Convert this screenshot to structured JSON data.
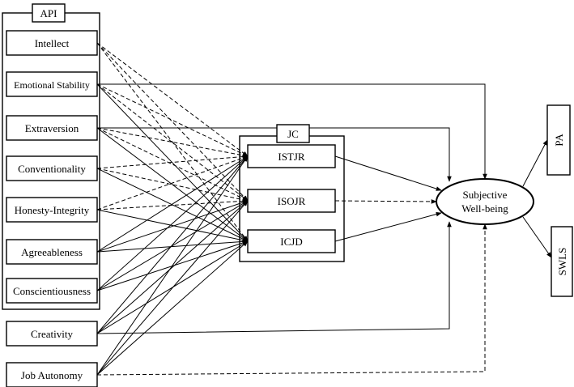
{
  "groups": {
    "api": "API",
    "jc": "JC"
  },
  "predictors": [
    "Intellect",
    "Emotional Stability",
    "Extraversion",
    "Conventionality",
    "Honesty-Integrity",
    "Agreeableness",
    "Conscientiousness",
    "Creativity",
    "Job Autonomy"
  ],
  "mediators": [
    "ISTJR",
    "ISOJR",
    "ICJD"
  ],
  "outcome": [
    "Subjective",
    "Well-being"
  ],
  "indicators": [
    "PA",
    "SWLS"
  ],
  "paths": {
    "to_mediators": [
      [
        0,
        0,
        "dashed"
      ],
      [
        0,
        1,
        "dashed"
      ],
      [
        0,
        2,
        "dashed"
      ],
      [
        1,
        0,
        "dashed"
      ],
      [
        1,
        1,
        "dashed"
      ],
      [
        1,
        2,
        "solid"
      ],
      [
        2,
        0,
        "dashed"
      ],
      [
        2,
        1,
        "dashed"
      ],
      [
        2,
        2,
        "solid"
      ],
      [
        3,
        0,
        "dashed"
      ],
      [
        3,
        1,
        "dashed"
      ],
      [
        3,
        2,
        "solid"
      ],
      [
        4,
        0,
        "dashed"
      ],
      [
        4,
        1,
        "dashed"
      ],
      [
        4,
        2,
        "solid"
      ],
      [
        5,
        0,
        "solid"
      ],
      [
        5,
        1,
        "solid"
      ],
      [
        5,
        2,
        "solid"
      ],
      [
        6,
        0,
        "solid"
      ],
      [
        6,
        1,
        "solid"
      ],
      [
        6,
        2,
        "solid"
      ],
      [
        7,
        0,
        "solid"
      ],
      [
        7,
        1,
        "solid"
      ],
      [
        7,
        2,
        "solid"
      ],
      [
        8,
        0,
        "solid"
      ],
      [
        8,
        1,
        "solid"
      ],
      [
        8,
        2,
        "solid"
      ]
    ],
    "mediators_to_outcome": [
      "solid",
      "dashed",
      "solid"
    ],
    "direct_to_outcome": [
      {
        "from": "Emotional Stability",
        "style": "solid"
      },
      {
        "from": "Extraversion",
        "style": "solid"
      },
      {
        "from": "Creativity",
        "style": "solid"
      },
      {
        "from": "Job Autonomy",
        "style": "dashed"
      }
    ],
    "outcome_to_indicators": [
      "solid",
      "solid"
    ]
  }
}
